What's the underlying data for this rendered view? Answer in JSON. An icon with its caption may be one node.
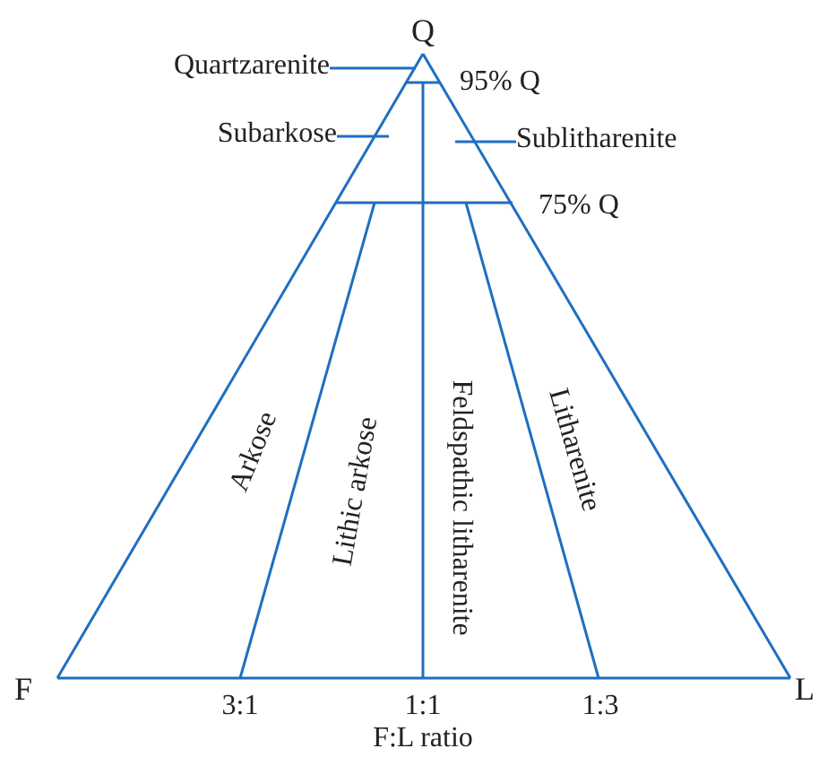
{
  "diagram": {
    "nodes": [
      {
        "text": [
          "Quartzarenite"
        ]
      },
      {
        "text": [
          "Subarkose"
        ]
      },
      {
        "text": [
          "Sublitharenite"
        ]
      }
    ],
    "edges": [
      {
        "from": 0,
        "to": null,
        "arrow": "none"
      },
      {
        "from": 1,
        "to": null,
        "arrow": "none"
      },
      {
        "from": 2,
        "to": null,
        "arrow": "none"
      }
    ],
    "labels": [
      "Q",
      "95% Q",
      "75% Q",
      "Arkose",
      "Lithic arkose",
      "Feldspathic litharenite",
      "Litharenite",
      "F",
      "3:1",
      "1:1",
      "1:3",
      "L",
      "F:L ratio"
    ]
  }
}
